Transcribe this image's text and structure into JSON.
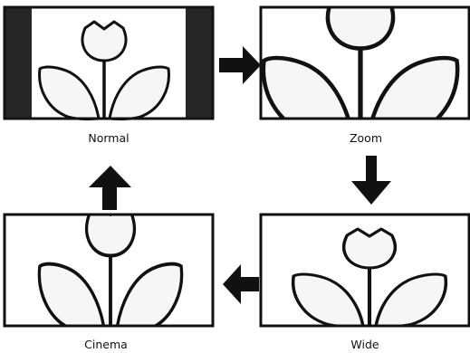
{
  "modes": [
    {
      "key": "normal",
      "label": "Normal"
    },
    {
      "key": "zoom",
      "label": "Zoom"
    },
    {
      "key": "wide",
      "label": "Wide"
    },
    {
      "key": "cinema",
      "label": "Cinema"
    }
  ],
  "colors": {
    "stroke": "#111111",
    "pillarbox": "#262626",
    "flower_fill": "#f6f6f6",
    "background": "#ffffff"
  }
}
